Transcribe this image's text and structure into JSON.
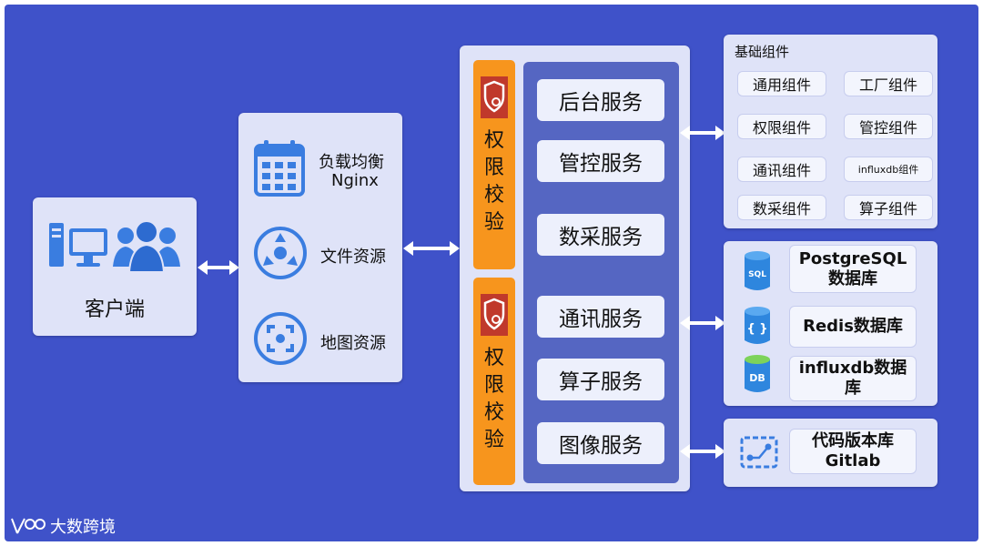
{
  "client": {
    "label": "客户端"
  },
  "gateway": {
    "items": [
      {
        "line1": "负载均衡",
        "line2": "Nginx",
        "icon": "calendar-grid-icon"
      },
      {
        "line1": "文件资源",
        "icon": "compass-arrows-icon"
      },
      {
        "line1": "地图资源",
        "icon": "focus-frame-icon"
      }
    ]
  },
  "auth": {
    "label": "权限校验"
  },
  "services": [
    "后台服务",
    "管控服务",
    "数采服务",
    "通讯服务",
    "算子服务",
    "图像服务"
  ],
  "components": {
    "title": "基础组件",
    "items": [
      "通用组件",
      "工厂组件",
      "权限组件",
      "管控组件",
      "通讯组件",
      "influxdb组件",
      "数采组件",
      "算子组件"
    ]
  },
  "databases": [
    {
      "label": "PostgreSQL数据库",
      "icon": "sql-cylinder-icon"
    },
    {
      "label": "Redis数据库",
      "icon": "braces-cylinder-icon"
    },
    {
      "label": "influxdb数据库",
      "icon": "db-cylinder-icon"
    }
  ],
  "repo": {
    "line1": "代码版本库",
    "line2": "Gitlab",
    "icon": "git-flow-icon"
  },
  "watermark": {
    "text": "大数跨境"
  },
  "colors": {
    "background": "#3f52c9",
    "panel": "#dfe3f8",
    "auth": "#f7951d",
    "services_panel": "#5566c2"
  }
}
